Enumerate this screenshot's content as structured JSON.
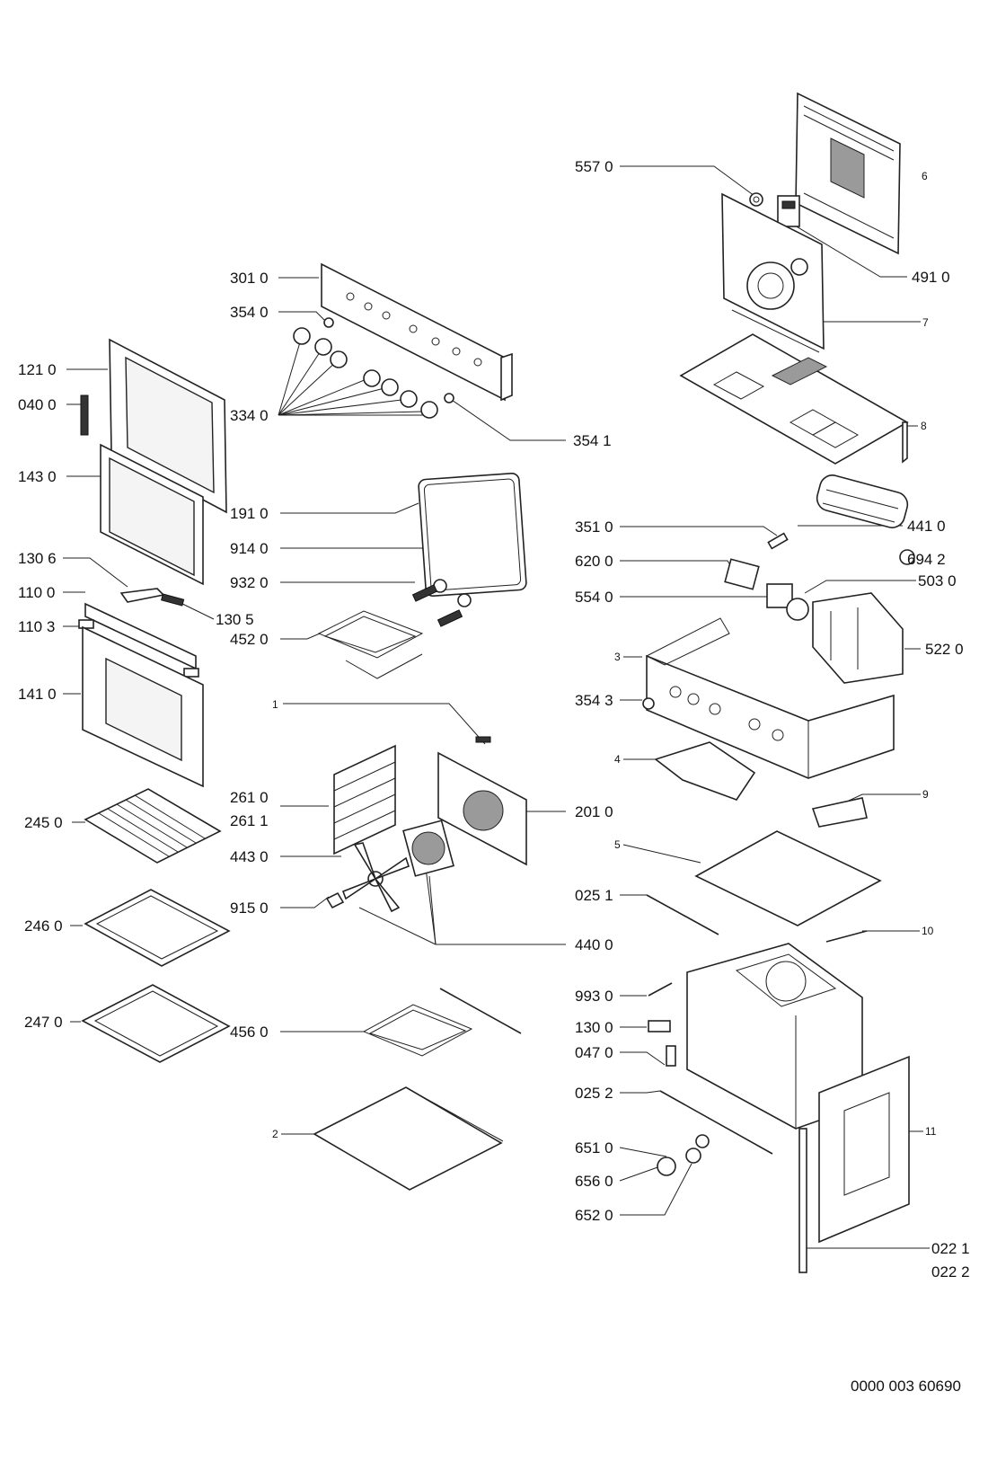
{
  "doc_number": "0000 003 60690",
  "labels": {
    "l_557_0": "557 0",
    "l_6": "6",
    "l_491_0": "491 0",
    "l_7": "7",
    "l_8": "8",
    "l_301_0": "301 0",
    "l_354_0": "354 0",
    "l_334_0": "334 0",
    "l_354_1": "354 1",
    "l_121_0": "121 0",
    "l_040_0": "040 0",
    "l_143_0": "143 0",
    "l_191_0": "191 0",
    "l_914_0": "914 0",
    "l_932_0": "932 0",
    "l_452_0": "452 0",
    "l_130_6": "130 6",
    "l_110_0": "110 0",
    "l_130_5": "130 5",
    "l_110_3": "110 3",
    "l_141_0": "141 0",
    "l_441_0": "441 0",
    "l_694_2": "694 2",
    "l_351_0": "351 0",
    "l_620_0": "620 0",
    "l_503_0": "503 0",
    "l_554_0": "554 0",
    "l_522_0": "522 0",
    "l_3": "3",
    "l_354_3": "354 3",
    "l_1": "1",
    "l_4": "4",
    "l_9": "9",
    "l_261_0": "261 0",
    "l_261_1": "261 1",
    "l_201_0": "201 0",
    "l_245_0": "245 0",
    "l_443_0": "443 0",
    "l_5": "5",
    "l_915_0": "915 0",
    "l_025_1": "025 1",
    "l_246_0": "246 0",
    "l_440_0": "440 0",
    "l_10": "10",
    "l_993_0": "993 0",
    "l_247_0": "247 0",
    "l_130_0": "130 0",
    "l_456_0": "456 0",
    "l_047_0": "047 0",
    "l_025_2": "025 2",
    "l_11": "11",
    "l_2": "2",
    "l_651_0": "651 0",
    "l_656_0": "656 0",
    "l_652_0": "652 0",
    "l_022_1": "022 1",
    "l_022_2": "022 2"
  }
}
